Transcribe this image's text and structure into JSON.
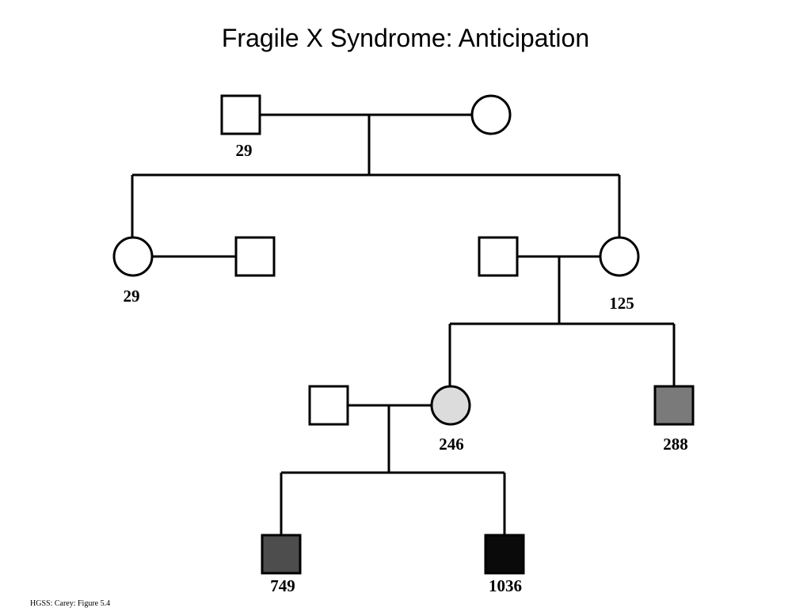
{
  "title": "Fragile X Syndrome: Anticipation",
  "footer": "HGSS: Carey: Figure 5.4",
  "generations": {
    "g1": {
      "male": {
        "label": "29",
        "fill": "#ffffff"
      },
      "female": {
        "label": "",
        "fill": "#ffffff"
      }
    },
    "g2": {
      "daughter": {
        "label": "29",
        "fill": "#ffffff"
      },
      "daughter_spouse": {
        "label": "",
        "fill": "#ffffff"
      },
      "son_in_law": {
        "label": "",
        "fill": "#ffffff"
      },
      "daughter_2": {
        "label": "125",
        "fill": "#ffffff"
      }
    },
    "g3": {
      "spouse": {
        "label": "",
        "fill": "#ffffff"
      },
      "daughter": {
        "label": "246",
        "fill": "#dcdcdc"
      },
      "son": {
        "label": "288",
        "fill": "#7a7a7a"
      }
    },
    "g4": {
      "son_1": {
        "label": "749",
        "fill": "#4d4d4d"
      },
      "son_2": {
        "label": "1036",
        "fill": "#0a0a0a"
      }
    }
  }
}
